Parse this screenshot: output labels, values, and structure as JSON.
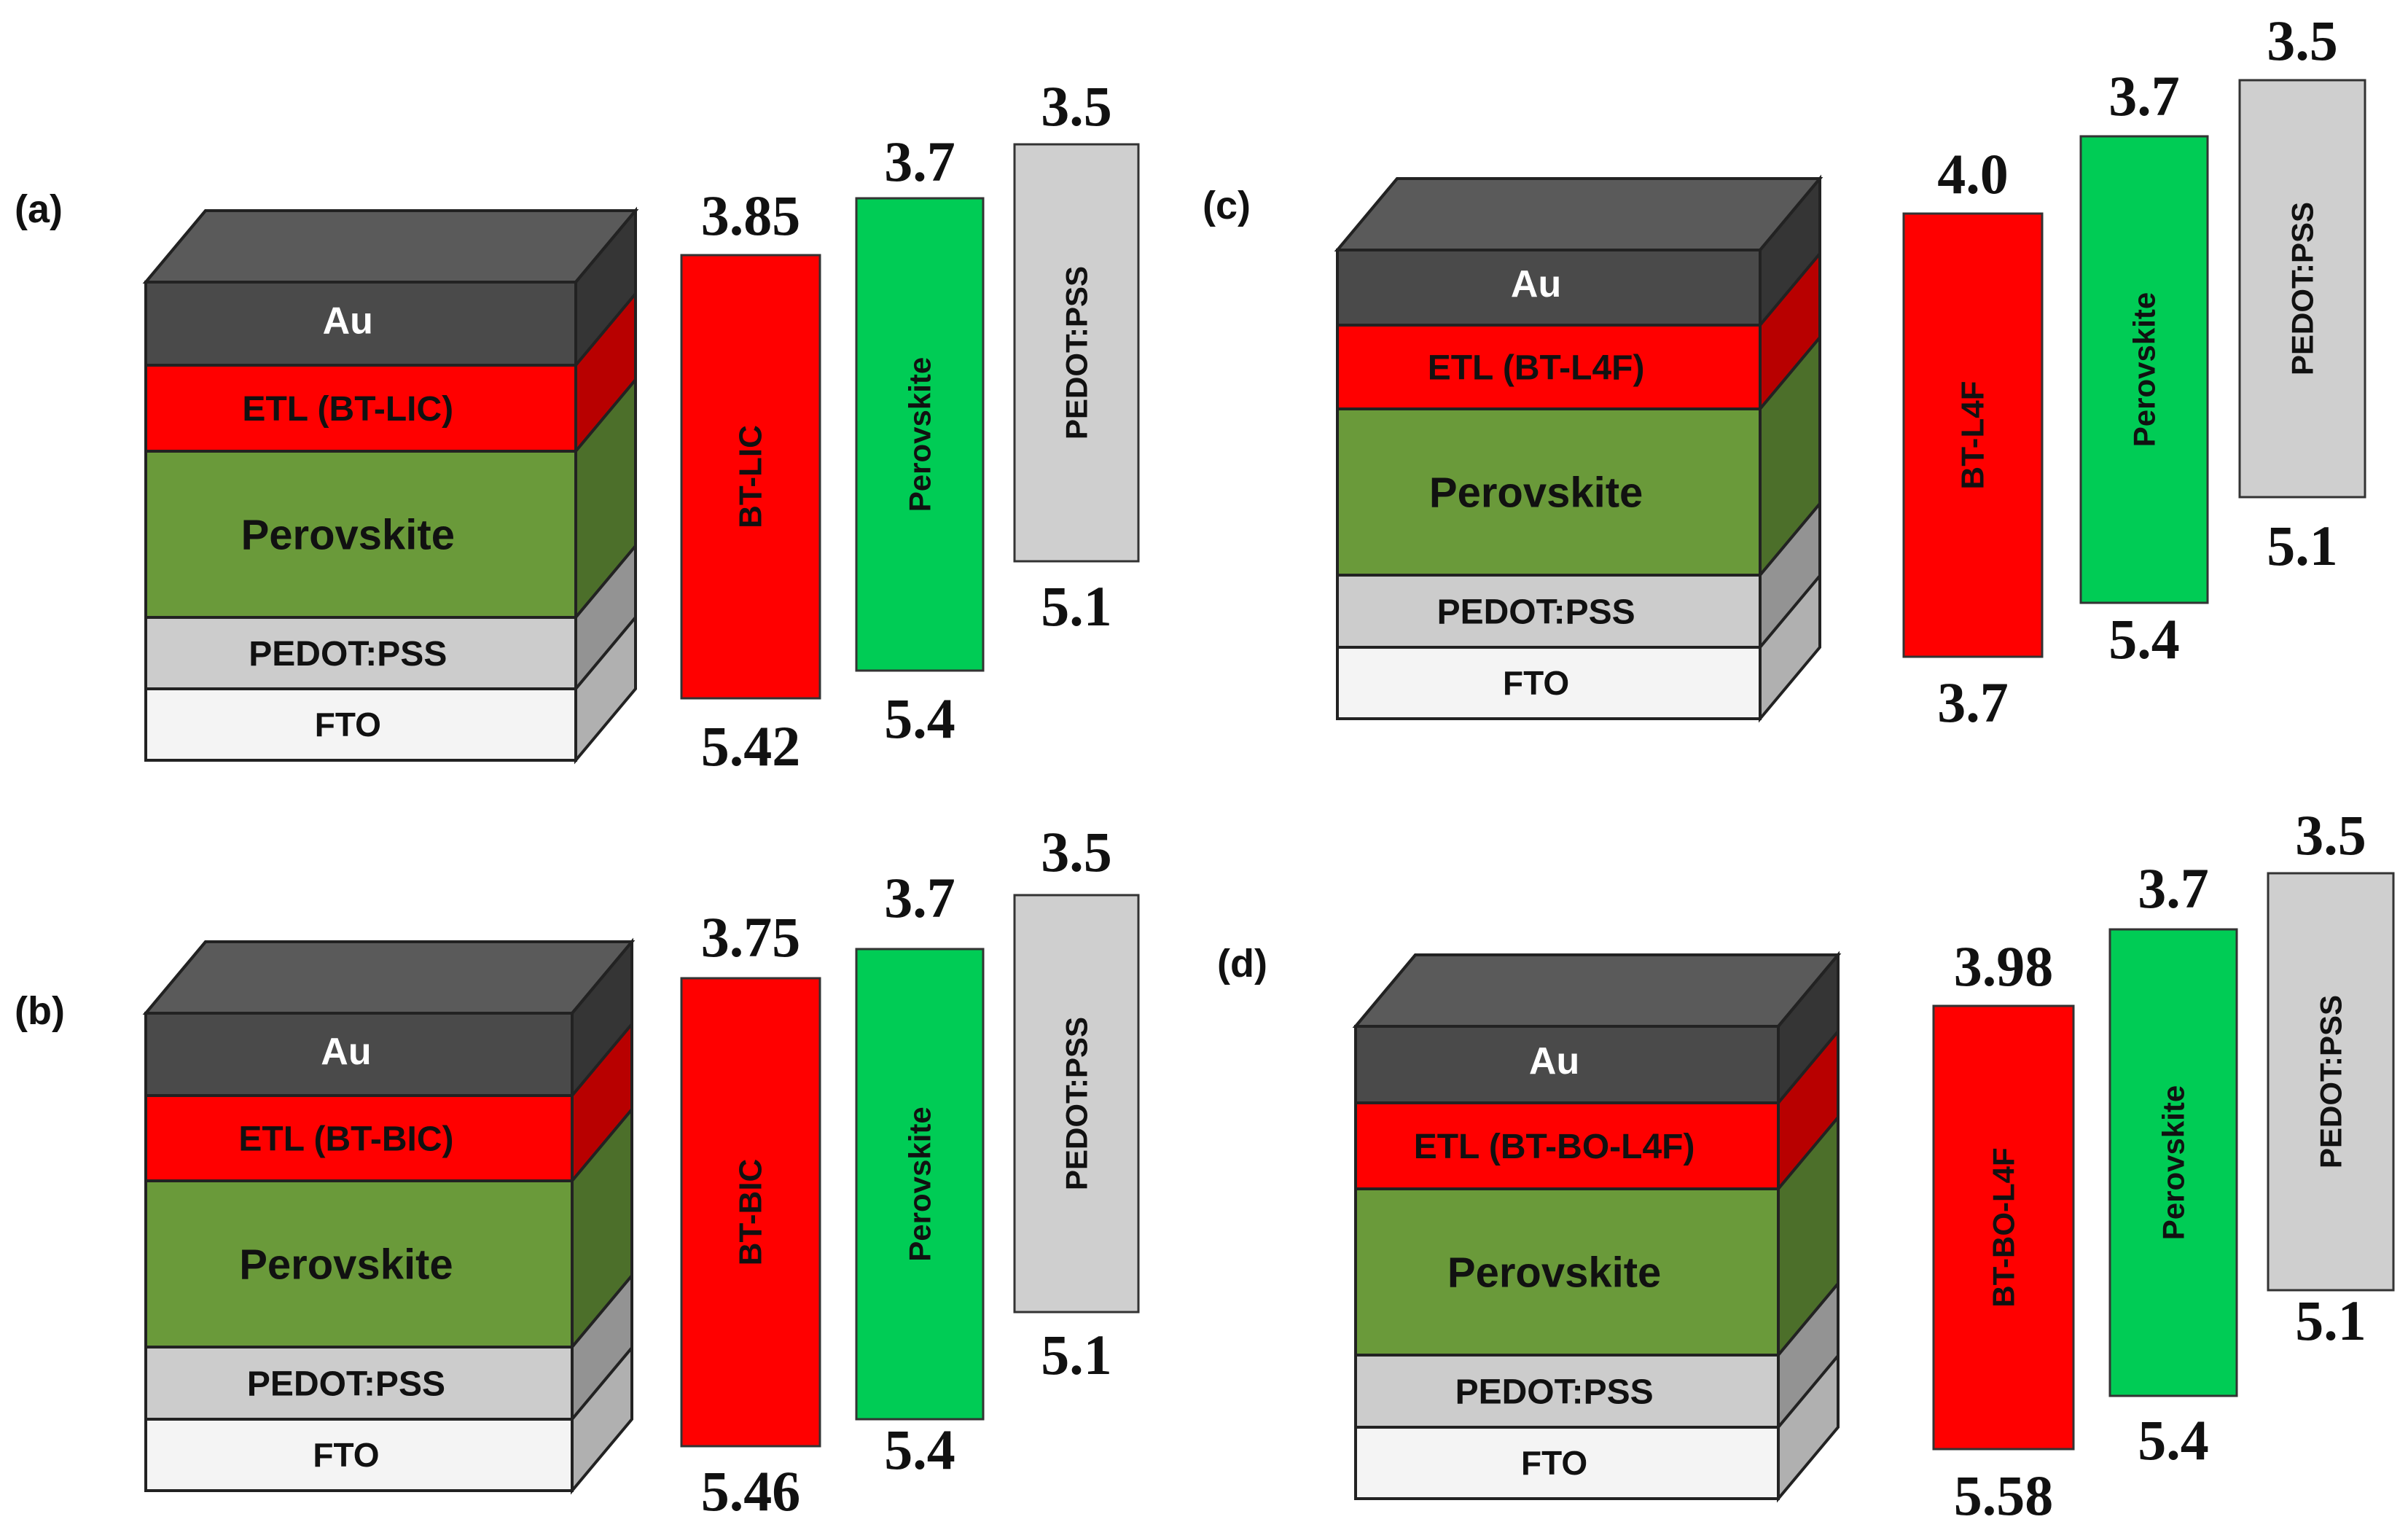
{
  "panels": [
    {
      "tag": "(a)",
      "layers": [
        "Au",
        "ETL (BT-LIC)",
        "Perovskite",
        "PEDOT:PSS",
        "FTO"
      ],
      "bars": [
        {
          "label": "BT-LIC",
          "top": "3.85",
          "bottom": "5.42",
          "color": "#ff0000"
        },
        {
          "label": "Perovskite",
          "top": "3.7",
          "bottom": "5.4",
          "color": "#00cc55"
        },
        {
          "label": "PEDOT:PSS",
          "top": "3.5",
          "bottom": "5.1",
          "color": "#cfcfcf"
        }
      ]
    },
    {
      "tag": "(b)",
      "layers": [
        "Au",
        "ETL (BT-BIC)",
        "Perovskite",
        "PEDOT:PSS",
        "FTO"
      ],
      "bars": [
        {
          "label": "BT-BIC",
          "top": "3.75",
          "bottom": "5.46",
          "color": "#ff0000"
        },
        {
          "label": "Perovskite",
          "top": "3.7",
          "bottom": "5.4",
          "color": "#00cc55"
        },
        {
          "label": "PEDOT:PSS",
          "top": "3.5",
          "bottom": "5.1",
          "color": "#cfcfcf"
        }
      ]
    },
    {
      "tag": "(c)",
      "layers": [
        "Au",
        "ETL (BT-L4F)",
        "Perovskite",
        "PEDOT:PSS",
        "FTO"
      ],
      "bars": [
        {
          "label": "BT-L4F",
          "top": "4.0",
          "bottom": "3.7",
          "color": "#ff0000"
        },
        {
          "label": "Perovskite",
          "top": "3.7",
          "bottom": "5.4",
          "color": "#00cc55"
        },
        {
          "label": "PEDOT:PSS",
          "top": "3.5",
          "bottom": "5.1",
          "color": "#cfcfcf"
        }
      ]
    },
    {
      "tag": "(d)",
      "layers": [
        "Au",
        "ETL (BT-BO-L4F)",
        "Perovskite",
        "PEDOT:PSS",
        "FTO"
      ],
      "bars": [
        {
          "label": "BT-BO-L4F",
          "top": "3.98",
          "bottom": "5.58",
          "color": "#ff0000"
        },
        {
          "label": "Perovskite",
          "top": "3.7",
          "bottom": "5.4",
          "color": "#00cc55"
        },
        {
          "label": "PEDOT:PSS",
          "top": "3.5",
          "bottom": "5.1",
          "color": "#cfcfcf"
        }
      ]
    }
  ],
  "layer_colors": {
    "au": "#4a4a4a",
    "etl": "#ff0000",
    "perovskite": "#6a9a3a",
    "pedot": "#cccccc",
    "fto": "#f4f4f4"
  }
}
